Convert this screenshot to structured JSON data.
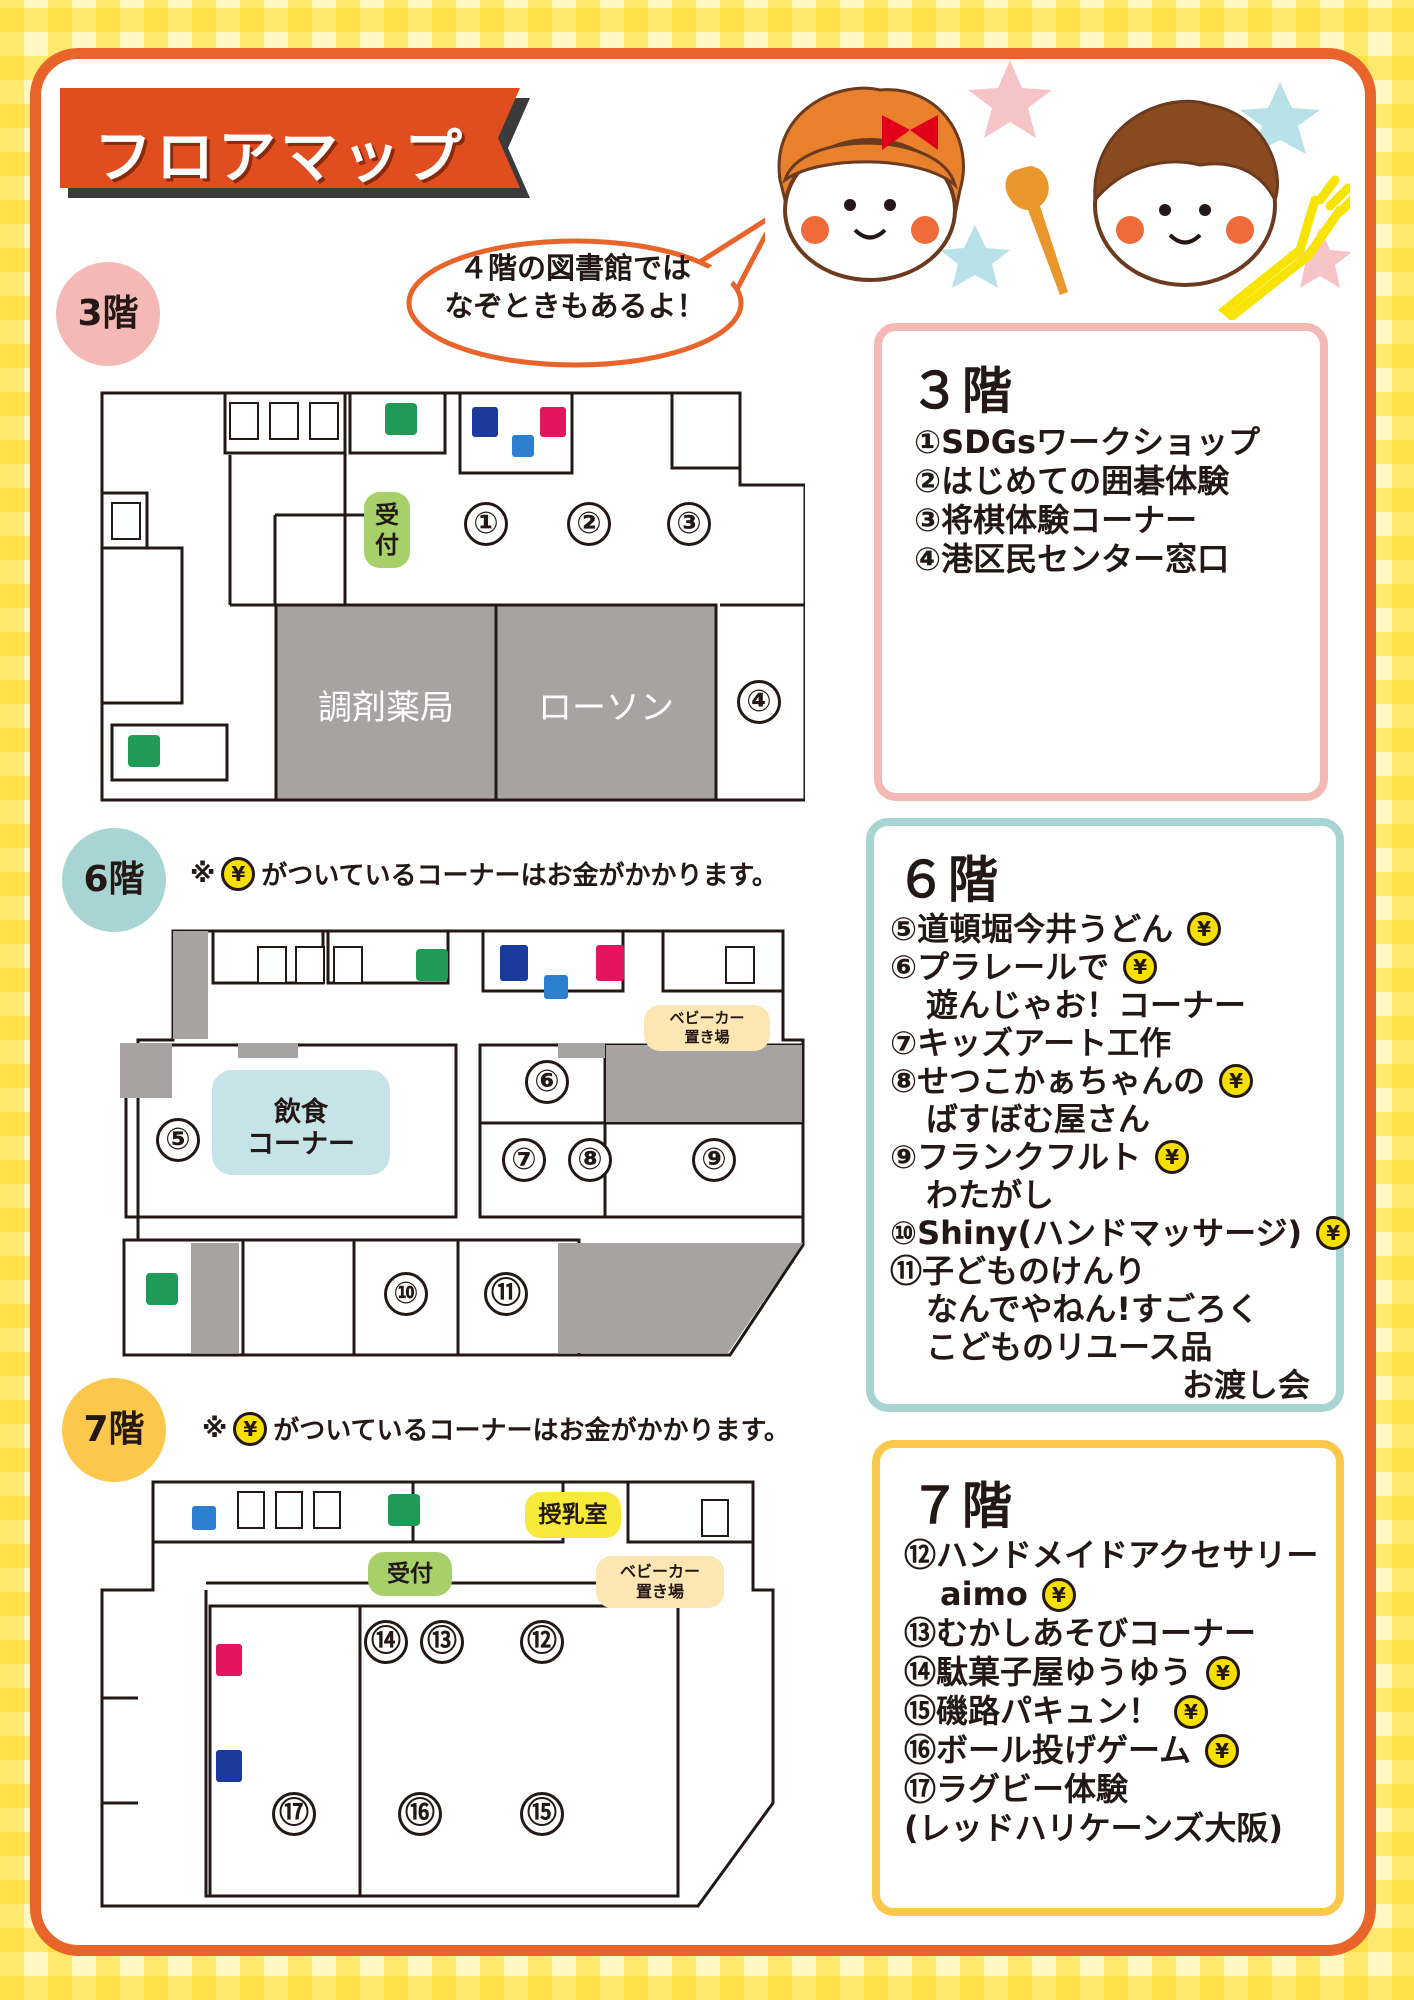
{
  "header": {
    "title": "フロアマップ"
  },
  "speech_bubble": {
    "line1": "４階の図書館では",
    "line2": "なぞときもあるよ！"
  },
  "colors": {
    "orange": "#e8642a",
    "pink": "#f4b9b4",
    "teal": "#a8d5d3",
    "yellow": "#fbc84b",
    "coin": "#f7e000",
    "shop_gray": "#a7a3a2"
  },
  "floor3": {
    "badge": "3階",
    "reception": "受付",
    "pharmacy": "調剤薬局",
    "lawson": "ローソン",
    "markers": [
      "①",
      "②",
      "③",
      "④"
    ],
    "panel_title": "３階",
    "items": [
      "①SDGsワークショップ",
      "②はじめての囲碁体験",
      "③将棋体験コーナー",
      "④港区民センター窓口"
    ]
  },
  "floor6": {
    "badge": "6階",
    "note_prefix": "※",
    "note_text": "がついているコーナーはお金がかかります。",
    "food_corner_line1": "飲食",
    "food_corner_line2": "コーナー",
    "stroller_line1": "ベビーカー",
    "stroller_line2": "置き場",
    "markers": [
      "⑤",
      "⑥",
      "⑦",
      "⑧",
      "⑨",
      "⑩",
      "⑪"
    ],
    "panel_title": "６階",
    "items": [
      {
        "text": "⑤道頓堀今井うどん",
        "paid": true
      },
      {
        "text": "⑥プラレールで",
        "paid": true
      },
      {
        "text": "遊んじゃお！コーナー",
        "paid": false,
        "sub": true
      },
      {
        "text": "⑦キッズアート工作",
        "paid": false
      },
      {
        "text": "⑧せつこかぁちゃんの",
        "paid": true
      },
      {
        "text": "ばすぼむ屋さん",
        "paid": false,
        "sub": true
      },
      {
        "text": "⑨フランクフルト",
        "paid": true
      },
      {
        "text": "わたがし",
        "paid": false,
        "sub": true
      },
      {
        "text": "⑩Shiny(ハンドマッサージ)",
        "paid": true
      },
      {
        "text": "⑪子どものけんり",
        "paid": false
      },
      {
        "text": "なんでやねん!すごろく",
        "paid": false,
        "sub": true
      },
      {
        "text": "こどものリユース品",
        "paid": false,
        "sub": true
      },
      {
        "text": "お渡し会",
        "paid": false,
        "sub": true,
        "right": true
      }
    ]
  },
  "floor7": {
    "badge": "7階",
    "note_prefix": "※",
    "note_text": "がついているコーナーはお金がかかります。",
    "nursing_room": "授乳室",
    "reception": "受付",
    "stroller_line1": "ベビーカー",
    "stroller_line2": "置き場",
    "markers": [
      "⑫",
      "⑬",
      "⑭",
      "⑮",
      "⑯",
      "⑰"
    ],
    "panel_title": "７階",
    "items": [
      {
        "text": "⑫ハンドメイドアクセサリー",
        "paid": false
      },
      {
        "text": "aimo",
        "paid": true,
        "sub": true
      },
      {
        "text": "⑬むかしあそびコーナー",
        "paid": false
      },
      {
        "text": "⑭駄菓子屋ゆうゆう",
        "paid": true
      },
      {
        "text": "⑮磯路パキュン！",
        "paid": true
      },
      {
        "text": "⑯ボール投げゲーム",
        "paid": true
      },
      {
        "text": "⑰ラグビー体験",
        "paid": false
      },
      {
        "text": "(レッドハリケーンズ大阪)",
        "paid": false
      }
    ]
  },
  "icons": {
    "coin": "¥",
    "coin_icon": "yen-coin-icon"
  }
}
